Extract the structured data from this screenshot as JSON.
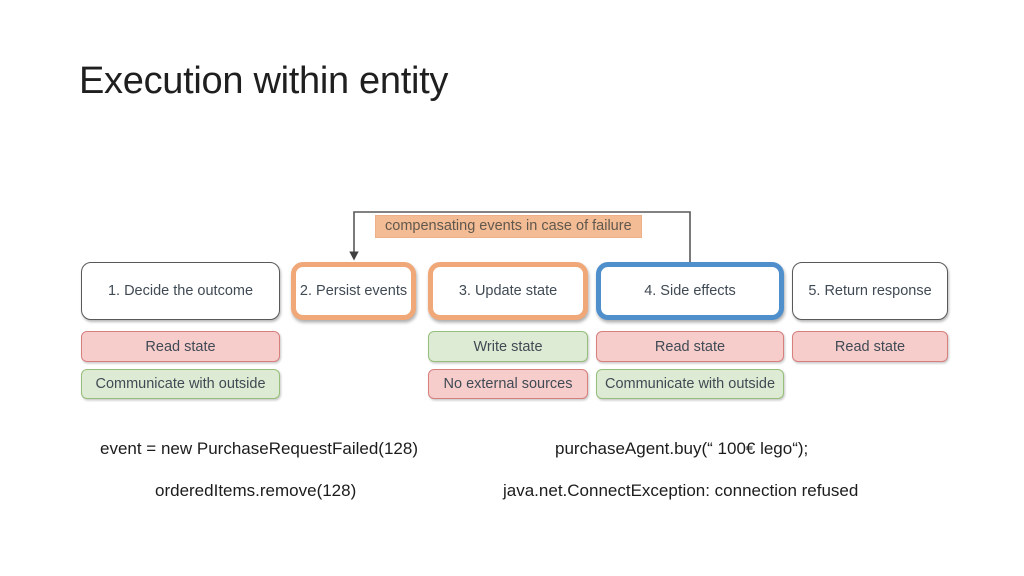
{
  "slide": {
    "title": "Execution within entity",
    "callout": "compensating events in case of failure",
    "steps": [
      {
        "label": "1. Decide the outcome",
        "border": "gray"
      },
      {
        "label": "2. Persist events",
        "border": "orange"
      },
      {
        "label": "3. Update state",
        "border": "orange"
      },
      {
        "label": "4. Side effects",
        "border": "blue"
      },
      {
        "label": "5. Return response",
        "border": "gray"
      }
    ],
    "tags": {
      "step1_row1": {
        "text": "Read state",
        "type": "red"
      },
      "step1_row2": {
        "text": "Communicate with outside",
        "type": "green"
      },
      "step3_row1": {
        "text": "Write state",
        "type": "green"
      },
      "step3_row2": {
        "text": "No external sources",
        "type": "red"
      },
      "step4_row1": {
        "text": "Read state",
        "type": "red"
      },
      "step4_row2": {
        "text": "Communicate with outside",
        "type": "green"
      },
      "step5_row1": {
        "text": "Read state",
        "type": "red"
      }
    },
    "code_lines": {
      "line1": "event = new PurchaseRequestFailed(128)",
      "line2": "orderedItems.remove(128)",
      "line3": "purchaseAgent.buy(“ 100€ lego“);",
      "line4": "java.net.ConnectException: connection refused"
    },
    "colors": {
      "orange_border": "#f0a878",
      "blue_border": "#4e8fcc",
      "gray_border": "#595959",
      "red_tag_bg": "#f7cdcc",
      "red_tag_border": "#d6807e",
      "green_tag_bg": "#deebd4",
      "green_tag_border": "#95bf7b",
      "callout_bg": "#f4bc95",
      "callout_text": "#60584d",
      "diagram_text": "#404a54",
      "title_text": "#1f1f1f"
    }
  }
}
